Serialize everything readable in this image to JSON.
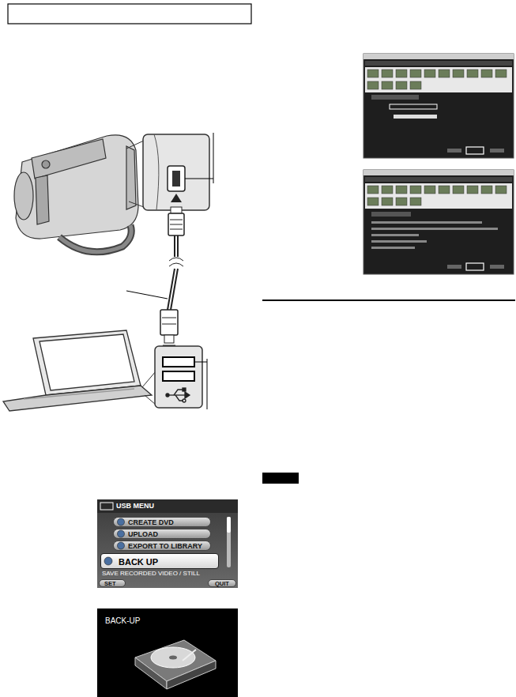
{
  "diagram": {
    "nodes": [
      {
        "text": [
          "USB MENU",
          "SAVE RECORDED VIDEO / STILL"
        ]
      },
      {
        "text": [
          "CREATE DVD"
        ],
        "in": 0
      },
      {
        "text": [
          "UPLOAD"
        ],
        "in": 0
      },
      {
        "text": [
          "EXPORT TO LIBRARY"
        ],
        "in": 0
      },
      {
        "text": [
          "BACK UP"
        ],
        "in": 0
      },
      {
        "text": [
          "SET"
        ],
        "in": 0
      },
      {
        "text": [
          "QUIT"
        ],
        "in": 0
      },
      {
        "text": [
          "BACK-UP"
        ]
      }
    ]
  }
}
